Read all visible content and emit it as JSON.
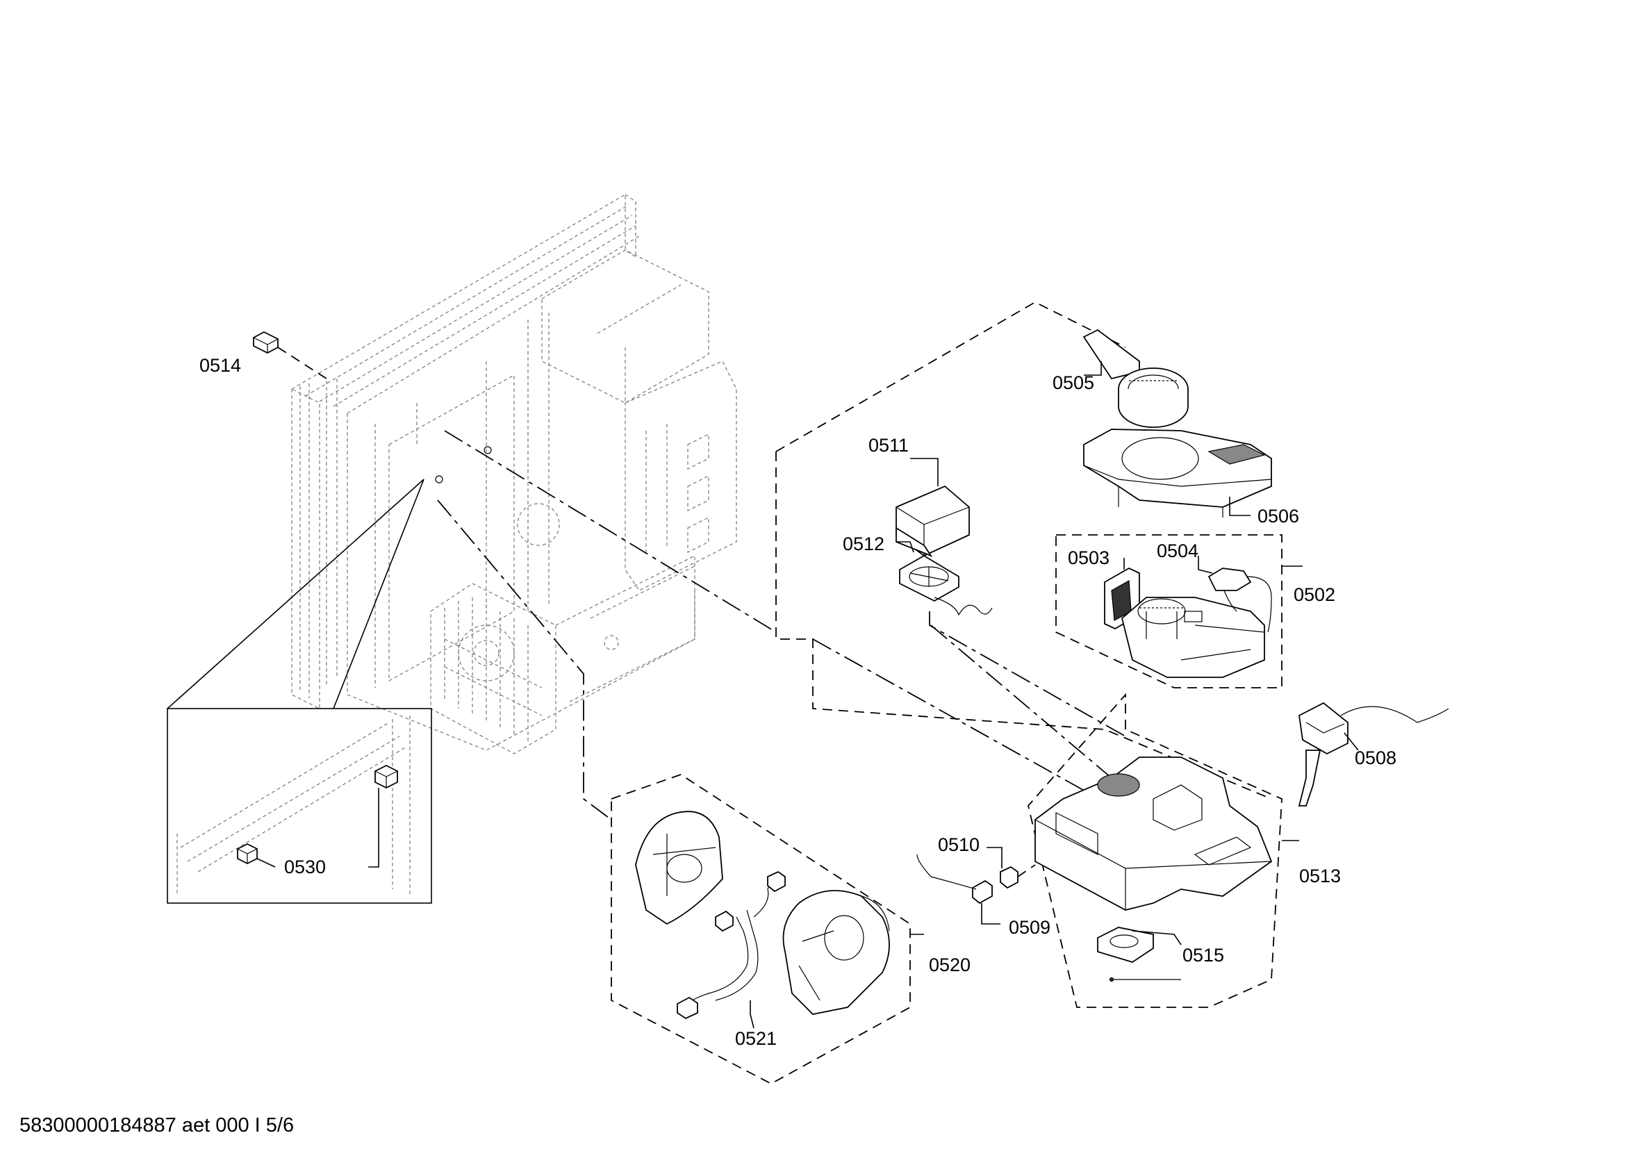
{
  "parts": [
    {
      "number": "0514"
    },
    {
      "number": "0505"
    },
    {
      "number": "0511"
    },
    {
      "number": "0506"
    },
    {
      "number": "0512"
    },
    {
      "number": "0503"
    },
    {
      "number": "0504"
    },
    {
      "number": "0502"
    },
    {
      "number": "0508"
    },
    {
      "number": "0510"
    },
    {
      "number": "0513"
    },
    {
      "number": "0509"
    },
    {
      "number": "0515"
    },
    {
      "number": "0520"
    },
    {
      "number": "0521"
    },
    {
      "number": "0530"
    }
  ],
  "footer": {
    "document_id": "58300000184887 aet 000 I 5/6"
  }
}
